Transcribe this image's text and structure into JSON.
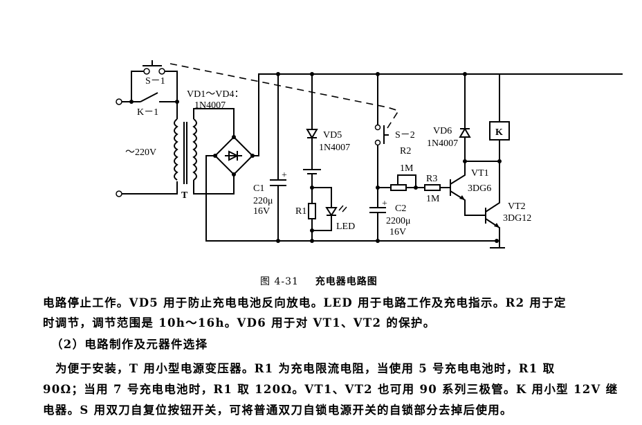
{
  "figure": {
    "number": "图 4-31",
    "title": "充电器电路图"
  },
  "circuit_labels": {
    "s1": "S－1",
    "k1": "K－1",
    "mains": "～220V",
    "transformer": "T",
    "bridge_name": "VD1～VD4：",
    "bridge_part": "1N4007",
    "c1_name": "C1",
    "c1_value": "220μ",
    "c1_voltage": "16V",
    "c1_plus": "+",
    "vd5_name": "VD5",
    "vd5_part": "1N4007",
    "r1_name": "R1",
    "led_name": "LED",
    "s2": "S－2",
    "r2_name": "R2",
    "r2_value": "1M",
    "r3_name": "R3",
    "r3_value": "1M",
    "c2_name": "C2",
    "c2_value": "2200μ",
    "c2_voltage": "16V",
    "c2_plus": "+",
    "vd6_name": "VD6",
    "vd6_part": "1N4007",
    "relay": "K",
    "vt1_name": "VT1",
    "vt1_part": "3DG6",
    "vt2_name": "VT2",
    "vt2_part": "3DG12"
  },
  "paragraphs": [
    {
      "lines": [
        "电路停止工作。VD5 用于防止充电电池反向放电。LED 用于电路工作及充电指示。R2 用于定",
        "时调节，调节范围是 10h～16h。VD6 用于对 VT1、VT2 的保护。"
      ]
    },
    {
      "heading": "（2）电路制作及元器件选择"
    },
    {
      "lines": [
        "为便于安装，T 用小型电源变压器。R1 为充电限流电阻，当使用 5 号充电电池时，R1 取",
        "90Ω；当用 7 号充电电池时，R1 取 120Ω。VT1、VT2 也可用 90 系列三极管。K 用小型 12V 继",
        "电器。S 用双刀自复位按钮开关，可将普通双刀自锁电源开关的自锁部分去掉后使用。"
      ]
    }
  ]
}
